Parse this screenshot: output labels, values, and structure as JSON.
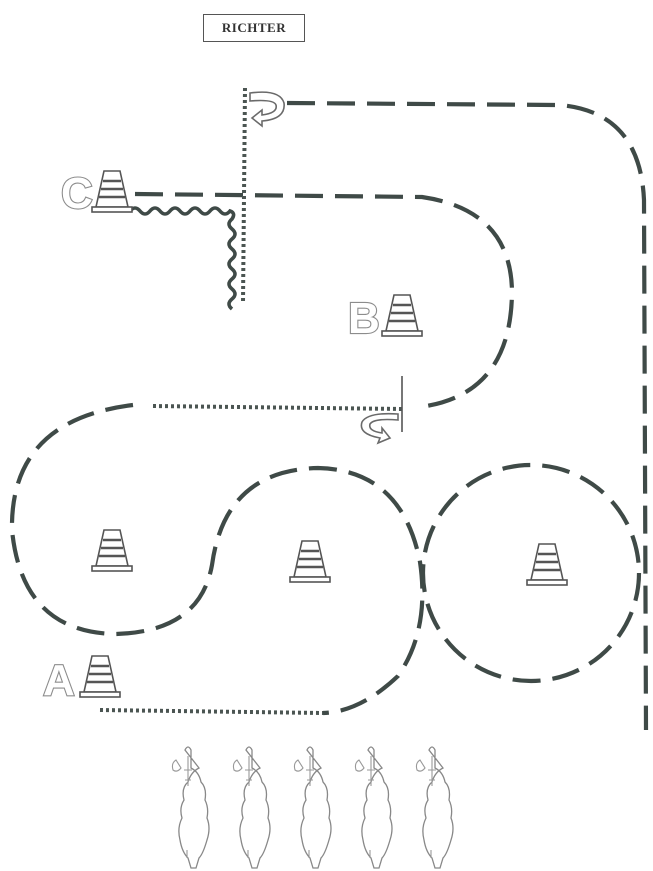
{
  "judge": {
    "label": "RICHTER"
  },
  "markers": [
    {
      "id": "A",
      "label": "A"
    },
    {
      "id": "B",
      "label": "B"
    },
    {
      "id": "C",
      "label": "C"
    }
  ],
  "horses": {
    "count": 5
  }
}
